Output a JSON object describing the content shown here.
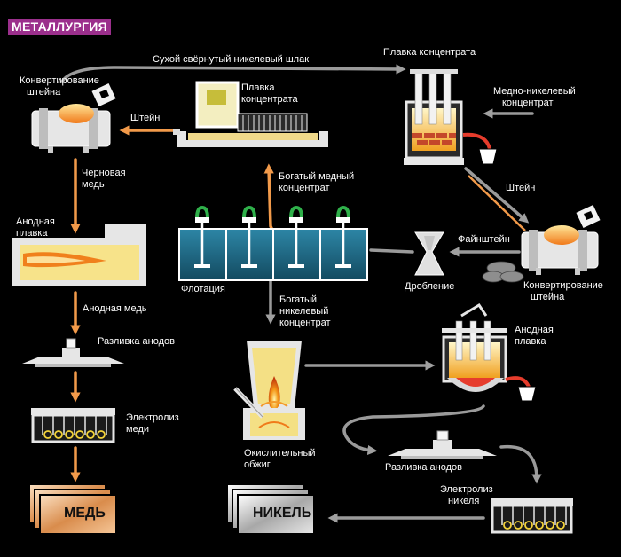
{
  "title": "МЕТАЛЛУРГИЯ",
  "labels": {
    "slag": "Сухой свёрнутый никелевый шлак",
    "conv1a": "Конвертирование",
    "conv1b": "штейна",
    "matte1": "Штейн",
    "smelt1a": "Плавка",
    "smelt1b": "концентрата",
    "smelt2": "Плавка концентрата",
    "cuni1": "Медно-никелевый",
    "cuni2": "концентрат",
    "blister1": "Черновая",
    "blister2": "медь",
    "rich_cu1": "Богатый медный",
    "rich_cu2": "концентрат",
    "matte2": "Штейн",
    "anode1a": "Анодная",
    "anode1b": "плавка",
    "finematte": "Файнштейн",
    "flotation": "Флотация",
    "crushing": "Дробление",
    "conv2a": "Конвертирование",
    "conv2b": "штейна",
    "anodecu": "Анодная медь",
    "rich_ni1": "Богатый",
    "rich_ni2": "никелевый",
    "rich_ni3": "концентрат",
    "cast1": "Разливка анодов",
    "anode2a": "Анодная",
    "anode2b": "плавка",
    "elec_cu1": "Электролиз",
    "elec_cu2": "меди",
    "oxid1": "Окислительный",
    "oxid2": "обжиг",
    "cast2": "Разливка анодов",
    "elec_ni1": "Электролиз",
    "elec_ni2": "никеля",
    "copper": "МЕДЬ",
    "nickel": "НИКЕЛЬ"
  },
  "colors": {
    "badge": "#9b2f8c",
    "arrow_orange": "#f29a4a",
    "arrow_grey": "#9a9a9a",
    "equipment": "#e0e0e0",
    "melt": "#f5a21d",
    "water": "#1f6b86",
    "fire": "#f27a1a",
    "copper_plate": "#e8a870",
    "nickel_plate": "#cfcfcf"
  }
}
